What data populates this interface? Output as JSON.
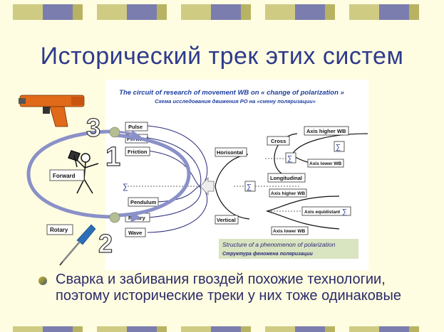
{
  "slide": {
    "title": "Исторический  трек этих систем",
    "bullet": "Сварка  и забивания гвоздей похожие технологии, поэтому исторические треки  у них  тоже  одинаковые"
  },
  "diagram": {
    "header_en": "The circuit of research of movement WB on « change of polarization »",
    "header_ru": "Схема    исследования  движения РО  на  «смену  поляризации»",
    "footer_en": "Structure of a phenomenon of polarization",
    "footer_ru": "Структура феномена  поляризации",
    "left_boxes": [
      "Pulse",
      "Forward",
      "Friction",
      "Pendulum",
      "Rotary",
      "Wave"
    ],
    "mid_boxes": [
      "Horisontal",
      "Vertical"
    ],
    "right_boxes": [
      "Cross",
      "Longitudinal",
      "Axis higher WB",
      "Axis lower WB",
      "Axis higher WB",
      "Axis equidistant",
      "Axis lower WB"
    ],
    "sigma": "∑"
  },
  "overlay": {
    "forward_label": "Forward",
    "rotary_label": "Rotary",
    "numbers": [
      "3",
      "1",
      "2"
    ]
  },
  "colors": {
    "title": "#2e3a8c",
    "panel_header": "#1f3fa0",
    "arrow": "#7e86c4",
    "curve": "#2a2a7a",
    "footer_bg": "#d9e4c0"
  }
}
